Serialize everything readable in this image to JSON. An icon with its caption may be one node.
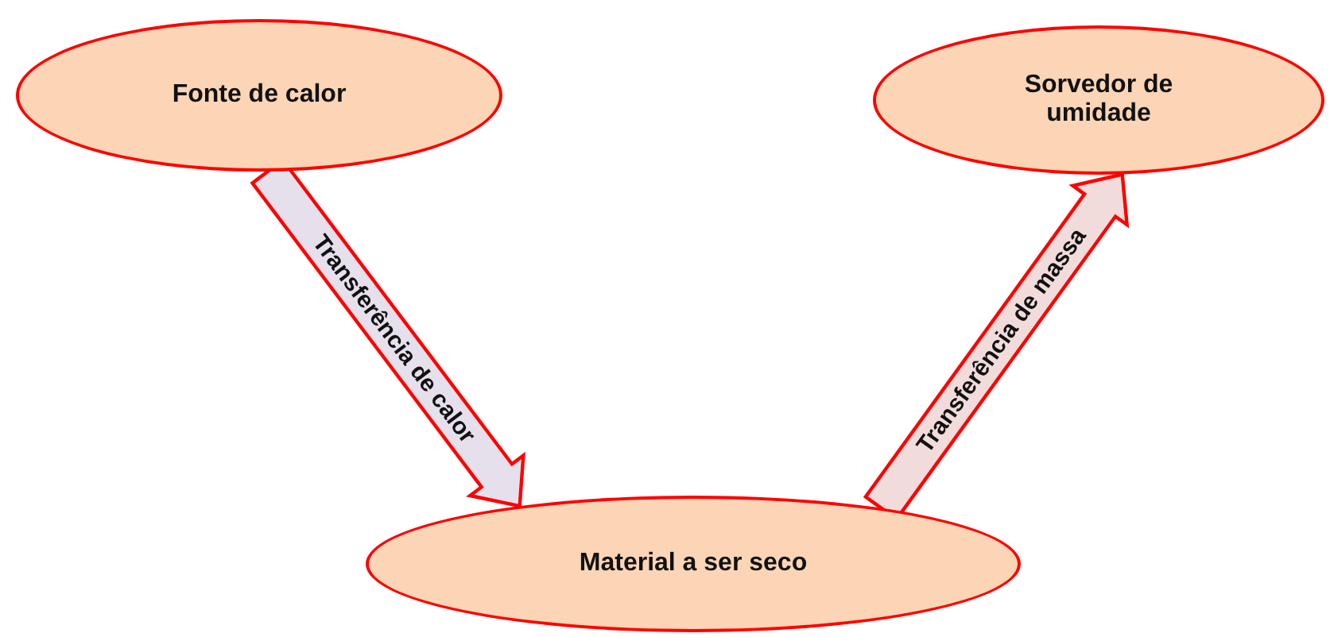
{
  "diagram": {
    "nodes": [
      {
        "text": [
          "Fonte de calor"
        ]
      },
      {
        "text": [
          "Sorvedor de umidade"
        ]
      },
      {
        "text": [
          "Material a ser seco"
        ]
      }
    ],
    "edges": [
      {
        "from": 0,
        "to": 2,
        "arrow": "to",
        "label": "Transferência de calor"
      },
      {
        "from": 2,
        "to": 1,
        "arrow": "to",
        "label": "Transferência de massa"
      }
    ]
  }
}
